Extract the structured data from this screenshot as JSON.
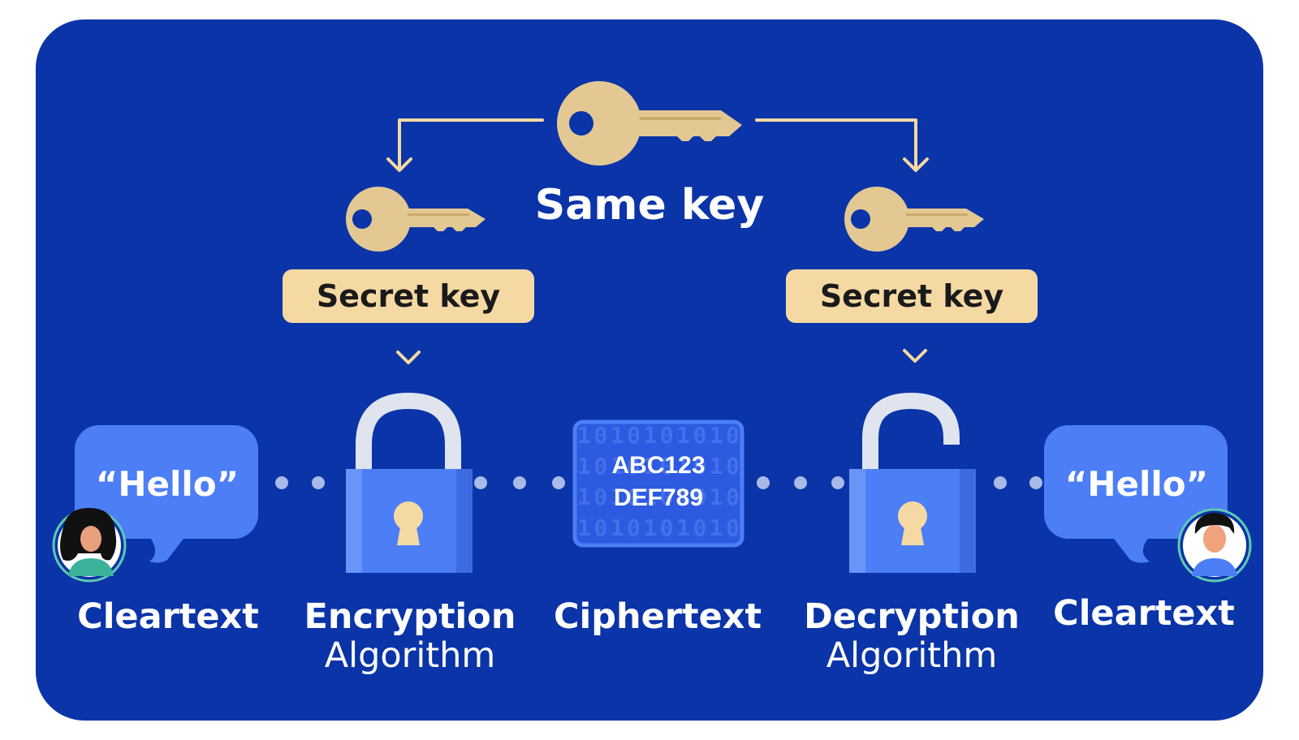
{
  "header": {
    "shared_key_label": "Same key"
  },
  "left_key": {
    "label": "Secret key"
  },
  "right_key": {
    "label": "Secret key"
  },
  "sender": {
    "message": "“Hello”",
    "label": "Cleartext"
  },
  "encryption": {
    "line1": "Encryption",
    "line2": "Algorithm"
  },
  "ciphertext": {
    "line1": "ABC123",
    "line2": "DEF789",
    "label": "Ciphertext",
    "binary_background": "1010101010"
  },
  "decryption": {
    "line1": "Decryption",
    "line2": "Algorithm"
  },
  "receiver": {
    "message": "“Hello”",
    "label": "Cleartext"
  },
  "colors": {
    "background": "#0a34a8",
    "key": "#e3c893",
    "pill": "#f5d9a3",
    "bubble": "#4c7ef6",
    "lock_body": "#4c7ef6",
    "connector": "#f5d9a3",
    "dots": "#a9b9e8"
  },
  "icons": [
    "key-icon",
    "lock-closed-icon",
    "lock-open-icon",
    "chat-bubble-icon",
    "avatar-icon",
    "arrow-down-icon"
  ]
}
